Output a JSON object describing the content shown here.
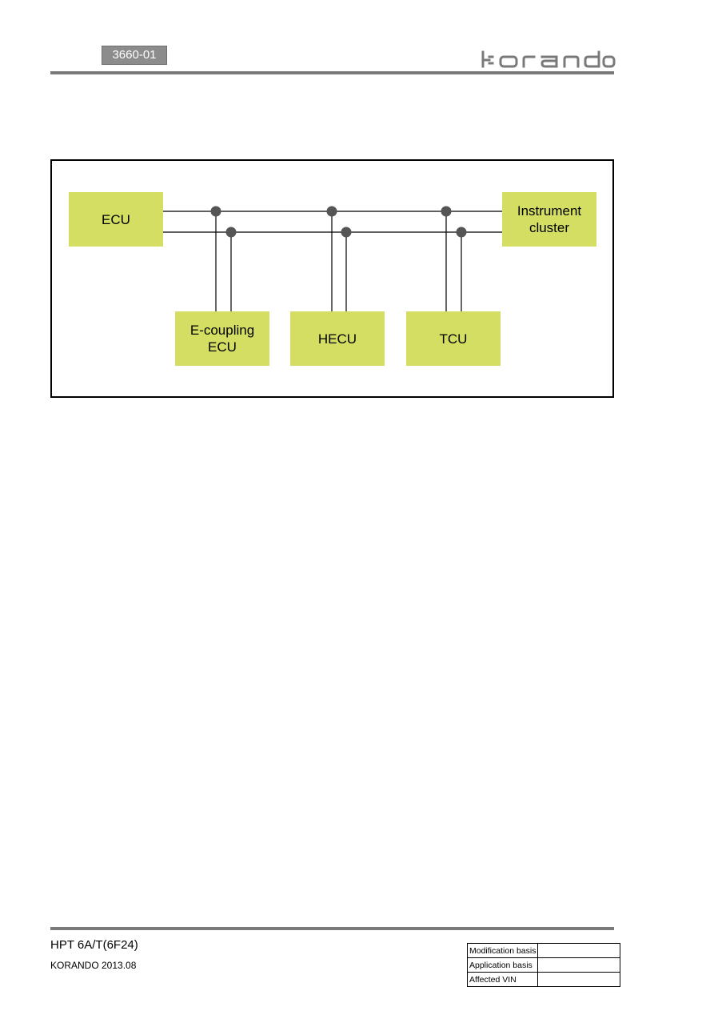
{
  "header": {
    "page_code": "3660-01",
    "brand": "korando"
  },
  "diagram": {
    "modules": {
      "ecu": "ECU",
      "instrument_cluster": "Instrument\ncluster",
      "e_coupling_ecu": "E-coupling\nECU",
      "hecu": "HECU",
      "tcu": "TCU"
    },
    "colors": {
      "module_fill": "#d3de63",
      "node_fill": "#555555",
      "line": "#000000"
    }
  },
  "footer": {
    "title": "HPT 6A/T(6F24)",
    "model_date": "KORANDO 2013.08",
    "basis_table": [
      {
        "label": "Modification basis",
        "value": ""
      },
      {
        "label": "Application basis",
        "value": ""
      },
      {
        "label": "Affected VIN",
        "value": ""
      }
    ]
  }
}
